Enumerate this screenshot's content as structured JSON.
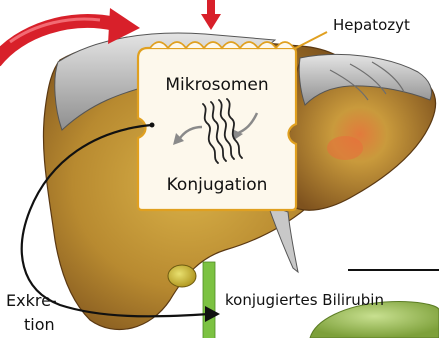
{
  "labels": {
    "hepatocyte": "Hepatozyt",
    "microsomes": "Mikrosomen",
    "conjugation": "Konjugation",
    "excretion_line1": "Exkre-",
    "excretion_line2": "tion",
    "conjugated_bilirubin": "konjugiertes Bilirubin"
  },
  "icons": {
    "top_arrow": "red-down-arrow-icon",
    "curved_arrow": "red-curved-arrow-icon",
    "excretion_arrow": "black-curved-arrow-icon",
    "microsome_cycle": "grey-circular-arrows-icon"
  },
  "colors": {
    "liver_gold": "#c9a13a",
    "liver_brown": "#8a5a22",
    "liver_highlight": "#e0743a",
    "capsule_grey": "#b9b9b9",
    "arrow_red": "#d8202a",
    "leader_line": "#e0a020",
    "cell_box_border": "#e0a020",
    "bile_duct_green": "#7cc242",
    "gallbladder_green": "#9fc25a",
    "text": "#111111"
  }
}
